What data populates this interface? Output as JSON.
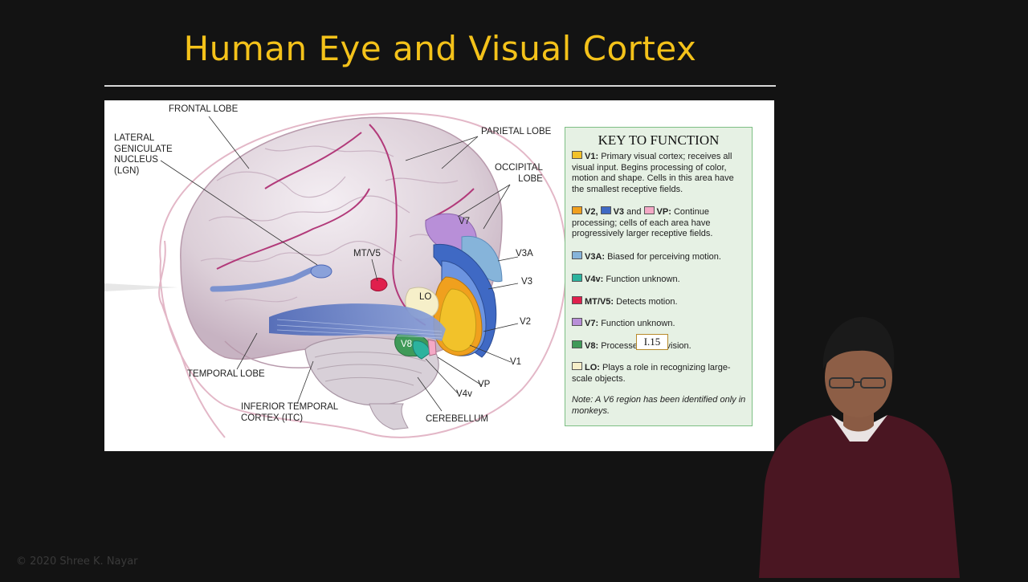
{
  "slide": {
    "title": "Human Eye and Visual Cortex",
    "page_number": "I.15",
    "copyright": "© 2020 Shree K. Nayar"
  },
  "figure": {
    "labels": {
      "frontal_lobe": "FRONTAL LOBE",
      "lgn": "LATERAL\nGENICULATE\nNUCLEUS\n(LGN)",
      "parietal_lobe": "PARIETAL LOBE",
      "occipital_lobe": "OCCIPITAL\nLOBE",
      "v7": "V7",
      "v3a": "V3A",
      "mt_v5": "MT/V5",
      "v3": "V3",
      "lo": "LO",
      "v2": "V2",
      "v8": "V8",
      "v1": "V1",
      "vp": "VP",
      "v4v": "V4v",
      "temporal_lobe": "TEMPORAL LOBE",
      "itc": "INFERIOR TEMPORAL\nCORTEX (ITC)",
      "cerebellum": "CEREBELLUM"
    }
  },
  "key": {
    "title": "KEY TO FUNCTION",
    "colors": {
      "v1": "#f2c22a",
      "v2": "#f0a01e",
      "v3": "#3f69c4",
      "vp": "#f4a9c6",
      "v3a": "#86b4da",
      "v4v": "#2cb39e",
      "mt_v5": "#e0204d",
      "v7": "#b88fd8",
      "v8": "#3f9a58",
      "lo": "#f6efc9"
    },
    "items": {
      "v1_label": "V1:",
      "v1_text": "Primary visual cortex; receives all visual input. Begins processing of color, motion and shape. Cells in this area have the smallest receptive fields.",
      "v2_label": "V2,",
      "v3_label": "V3",
      "and_text": "and",
      "vp_label": "VP:",
      "v2_text": "Continue processing; cells of each area have progressively larger receptive fields.",
      "v3a_label": "V3A:",
      "v3a_text": "Biased for perceiving motion.",
      "v4v_label": "V4v:",
      "v4v_text": "Function unknown.",
      "mt_label": "MT/V5:",
      "mt_text": "Detects motion.",
      "v7_label": "V7:",
      "v7_text": "Function unknown.",
      "v8_label": "V8:",
      "v8_text": "Processes color vision.",
      "lo_label": "LO:",
      "lo_text": "Plays a role in recognizing large-scale objects."
    },
    "note": "Note: A V6 region has been identified only in monkeys."
  }
}
